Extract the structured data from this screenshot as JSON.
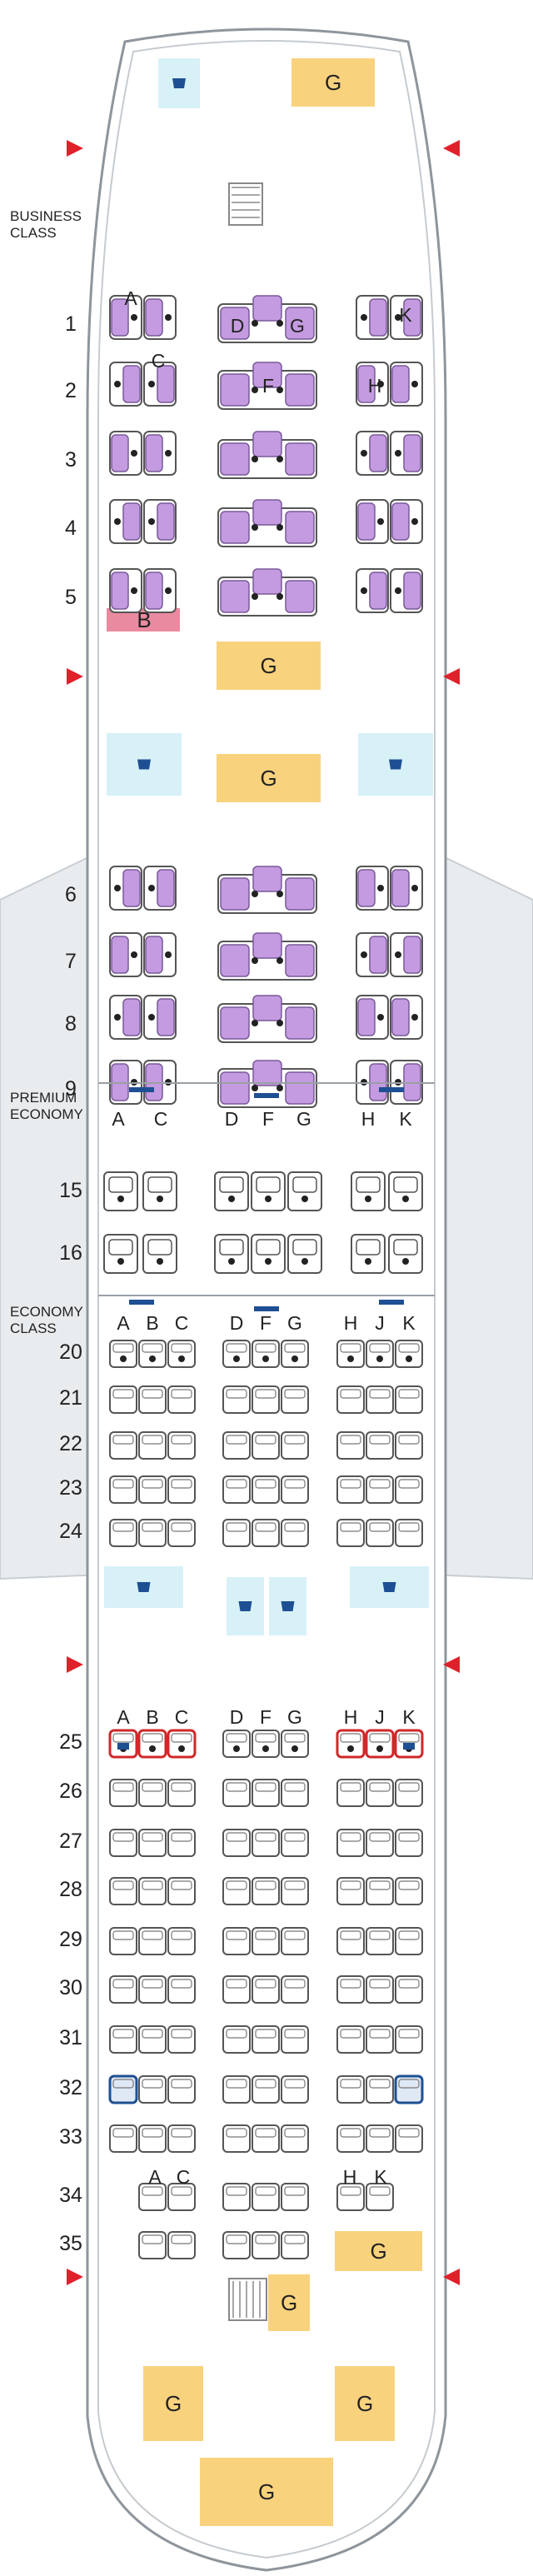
{
  "cabins": {
    "business": {
      "label_line1": "BUSINESS",
      "label_line2": "CLASS"
    },
    "premium": {
      "label_line1": "PREMIUM",
      "label_line2": "ECONOMY"
    },
    "economy": {
      "label_line1": "ECONOMY",
      "label_line2": "CLASS"
    }
  },
  "rows": {
    "business": [
      "1",
      "2",
      "3",
      "4",
      "5",
      "6",
      "7",
      "8",
      "9"
    ],
    "premium": [
      "15",
      "16"
    ],
    "economy": [
      "20",
      "21",
      "22",
      "23",
      "24",
      "25",
      "26",
      "27",
      "28",
      "29",
      "30",
      "31",
      "32",
      "33",
      "34",
      "35"
    ]
  },
  "column_letters": {
    "business_row1": [
      "A",
      "D",
      "G",
      "K"
    ],
    "business_row2": [
      "C",
      "F",
      "H"
    ],
    "premium": [
      "A",
      "C",
      "D",
      "F",
      "G",
      "H",
      "K"
    ],
    "economy_front": [
      "A",
      "B",
      "C",
      "D",
      "F",
      "G",
      "H",
      "J",
      "K"
    ],
    "economy_rear": [
      "A",
      "B",
      "C",
      "D",
      "F",
      "G",
      "H",
      "J",
      "K"
    ],
    "economy_tail": [
      "A",
      "C",
      "H",
      "K"
    ]
  },
  "facilities": {
    "galley": "G",
    "bar": "B"
  },
  "colors": {
    "business_seat": "#c49be0",
    "seat_outline": "#555555",
    "galley": "#f9d27e",
    "lavatory": "#d7f1f7",
    "bar": "#e98aa0",
    "exit_marker": "#e0202a",
    "exit_row_seat": "#d0282a",
    "bassinet": "#1e4f93",
    "fuselage_line": "#9aa0a6"
  },
  "icons": [
    "exit-arrow-icon",
    "lavatory-icon",
    "baby-changing-icon",
    "wheelchair-icon",
    "bassinet-icon"
  ]
}
